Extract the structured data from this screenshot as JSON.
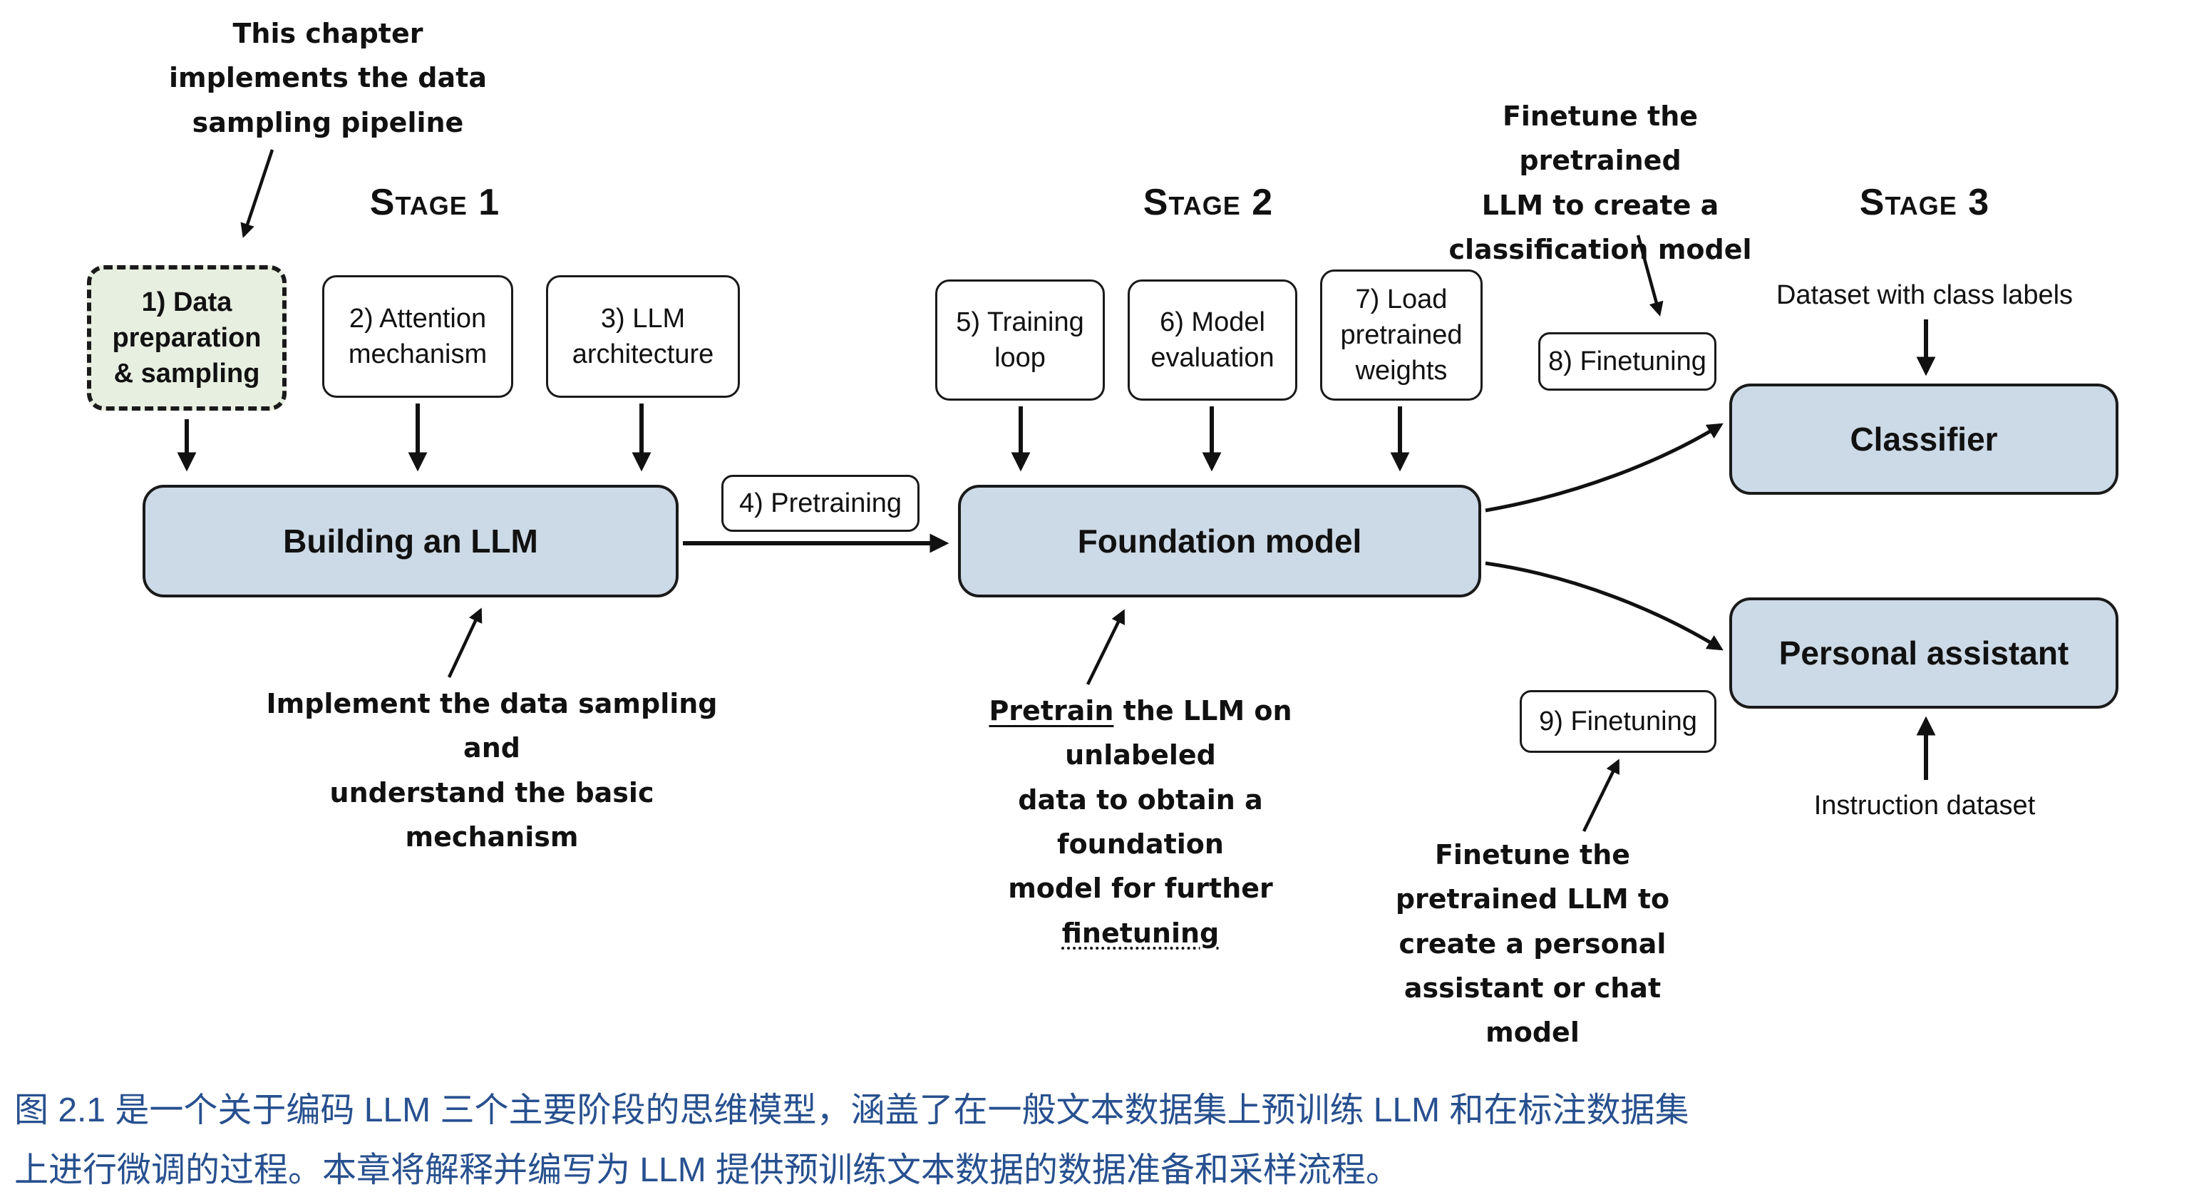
{
  "stage_labels": {
    "stage1": "Stage 1",
    "stage2": "Stage 2",
    "stage3": "Stage 3"
  },
  "boxes": {
    "data_prep": {
      "line1": "1) Data",
      "line2": "preparation",
      "line3": "& sampling"
    },
    "attention": {
      "line1": "2) Attention",
      "line2": "mechanism"
    },
    "architecture": {
      "line1": "3) LLM",
      "line2": "architecture"
    },
    "building_llm": {
      "label": "Building an LLM"
    },
    "pretraining": {
      "label": "4) Pretraining"
    },
    "training_loop": {
      "line1": "5) Training",
      "line2": "loop"
    },
    "model_evaluation": {
      "line1": "6) Model",
      "line2": "evaluation"
    },
    "load_weights": {
      "line1": "7) Load",
      "line2": "pretrained",
      "line3": "weights"
    },
    "foundation_model": {
      "label": "Foundation model"
    },
    "finetuning_8": {
      "label": "8) Finetuning"
    },
    "finetuning_9": {
      "label": "9) Finetuning"
    },
    "classifier": {
      "label": "Classifier"
    },
    "personal_assistant": {
      "label": "Personal assistant"
    }
  },
  "annotations": {
    "chapter_note": {
      "line1": "This chapter",
      "line2": "implements the data",
      "line3": "sampling pipeline"
    },
    "implement_note": {
      "line1": "Implement the data sampling and",
      "line2": "understand the basic mechanism"
    },
    "pretrain_note": {
      "line1_underlined": "Pretrain",
      "line1_rest": " the LLM on unlabeled",
      "line2": "data to obtain a foundation",
      "line3_start": "model for further ",
      "line3_underlined": "finetuning"
    },
    "classification_note": {
      "line1": "Finetune the pretrained",
      "line2": "LLM to create a",
      "line3": "classification model"
    },
    "assistant_note": {
      "line1": "Finetune the",
      "line2": "pretrained LLM to",
      "line3": "create a personal",
      "line4": "assistant or chat model"
    },
    "dataset_class_labels": "Dataset with class labels",
    "instruction_dataset": "Instruction dataset"
  },
  "caption": {
    "line1": "图 2.1 是一个关于编码 LLM 三个主要阶段的思维模型，涵盖了在一般文本数据集上预训练 LLM 和在标注数据集",
    "line2": "上进行微调的过程。本章将解释并编写为 LLM 提供预训练文本数据的数据准备和采样流程。"
  },
  "colors": {
    "stage_box_fill": "#ccd9e6",
    "highlight_box_fill": "#e7efe1",
    "caption_text": "#27508f",
    "arrow": "#111111"
  }
}
